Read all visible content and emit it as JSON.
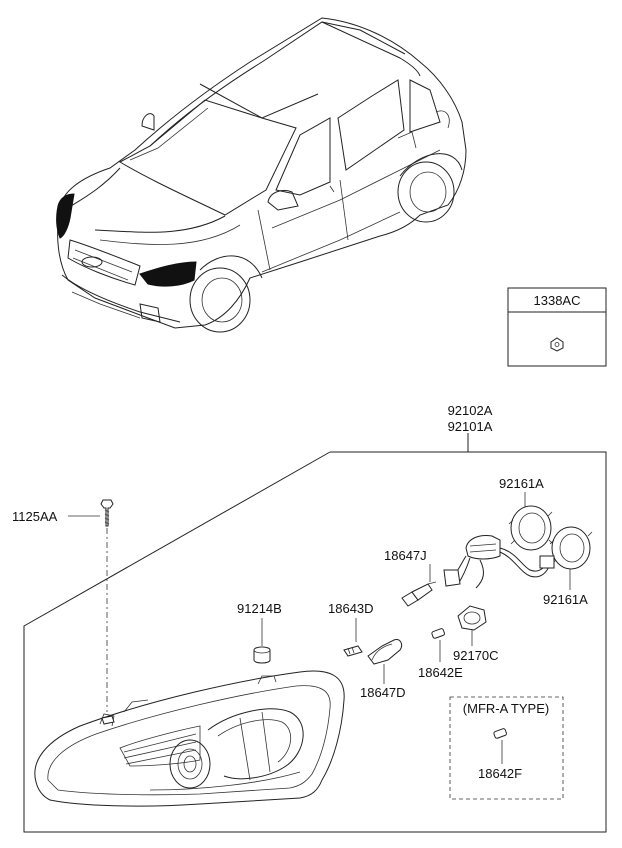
{
  "labels": {
    "p_1338AC": "1338AC",
    "p_92102A": "92102A",
    "p_92101A": "92101A",
    "p_1125AA": "1125AA",
    "p_92161A_top": "92161A",
    "p_92161A_bottom": "92161A",
    "p_18647J": "18647J",
    "p_91214B": "91214B",
    "p_18643D": "18643D",
    "p_18642E": "18642E",
    "p_92170C": "92170C",
    "p_18647D": "18647D",
    "mfr_type": "(MFR-A TYPE)",
    "p_18642F": "18642F"
  }
}
